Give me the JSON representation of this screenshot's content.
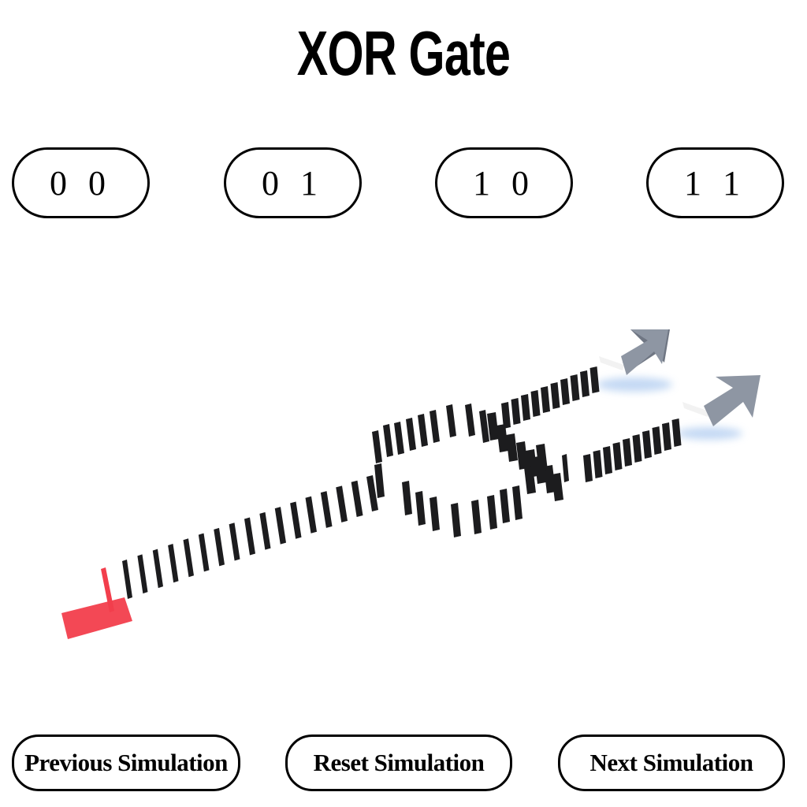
{
  "title": "XOR Gate",
  "inputs": [
    {
      "label": "0 0"
    },
    {
      "label": "0 1"
    },
    {
      "label": "1 0"
    },
    {
      "label": "1 1"
    }
  ],
  "controls": {
    "previous_label": "Previous Simulation",
    "reset_label": "Reset Simulation",
    "next_label": "Next Simulation"
  },
  "scene": {
    "pusher_color": "#f23e4c",
    "domino_color": "#1c1c1e",
    "output_arrow_color": "#8e96a3",
    "output_glow_color": "#b9d2f2",
    "output_arrows": [
      {
        "icon": "arrow-up-right-icon"
      },
      {
        "icon": "arrow-up-right-icon"
      }
    ]
  }
}
